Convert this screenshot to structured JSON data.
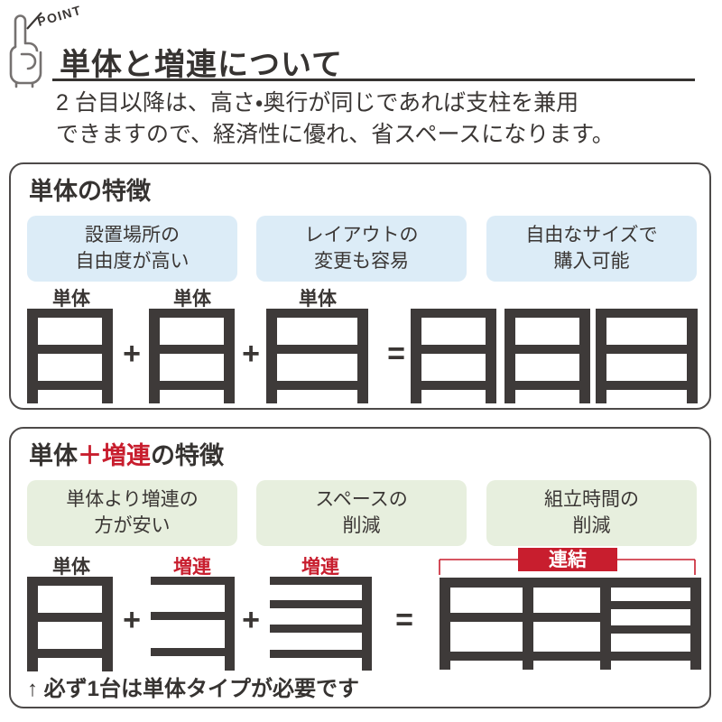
{
  "header": {
    "point_label": "POINT",
    "title": "単体と増連について",
    "description": [
      "2 台目以降は、高さ・奥行が同じであれば支柱を兼用",
      "できますので、経済性に優れ、省スペースになります。"
    ]
  },
  "operators": {
    "plus": "+",
    "equals": "="
  },
  "colors": {
    "accent_red": "#c81e2e",
    "pill_blue": "#dcecf7",
    "pill_green": "#e7efde",
    "line_dark": "#3e3a39"
  },
  "section_tantai": {
    "heading": "単体の特徴",
    "pills": [
      {
        "line1": "設置場所の",
        "line2": "自由度が高い"
      },
      {
        "line1": "レイアウトの",
        "line2": "変更も容易"
      },
      {
        "line1": "自由なサイズで",
        "line2": "購入可能"
      }
    ],
    "unit_labels": [
      "単体",
      "単体",
      "単体"
    ]
  },
  "section_zouren": {
    "heading": {
      "pre": "単体",
      "highlight": "＋増連",
      "post": "の特徴"
    },
    "pills": [
      {
        "line1": "単体より増連の",
        "line2": "方が安い"
      },
      {
        "line1": "スペースの",
        "line2": "削減"
      },
      {
        "line1": "組立時間の",
        "line2": "削減"
      }
    ],
    "unit_labels": [
      "単体",
      "増連",
      "増連"
    ],
    "badge": "連結",
    "note": "↑ 必ず1台は単体タイプが必要です"
  }
}
